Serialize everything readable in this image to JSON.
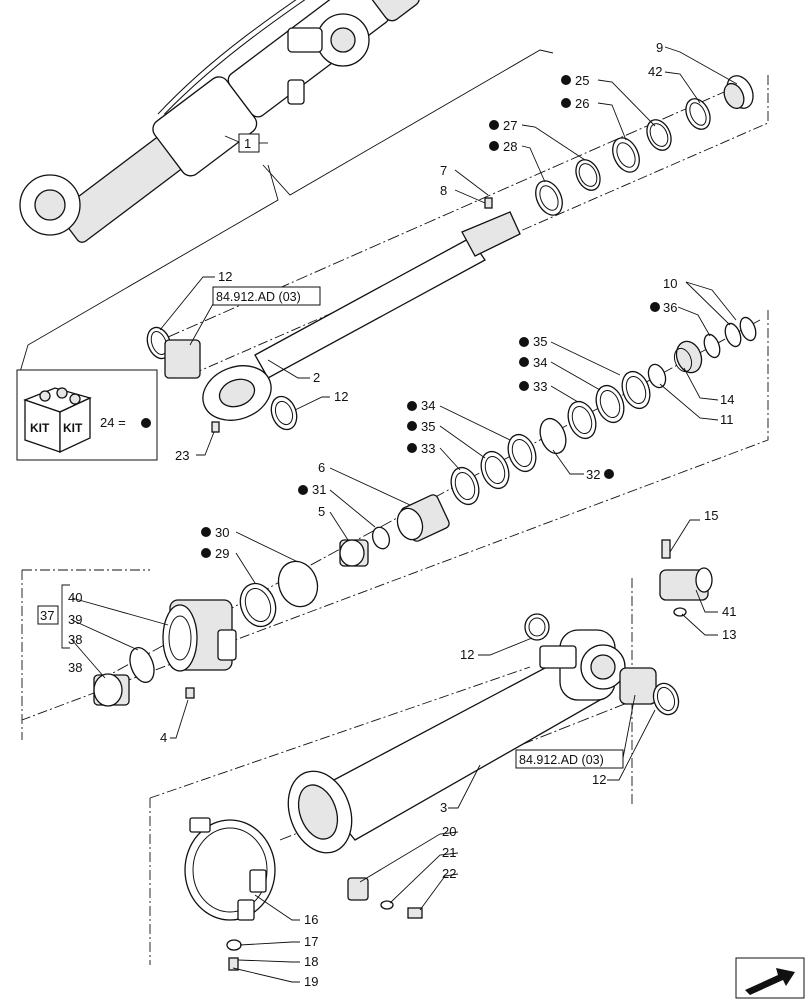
{
  "callouts": {
    "c1": "1",
    "c2": "2",
    "c3": "3",
    "c4": "4",
    "c5": "5",
    "c6": "6",
    "c7": "7",
    "c8": "8",
    "c9": "9",
    "c10": "10",
    "c11": "11",
    "c12a": "12",
    "c12b": "12",
    "c12c": "12",
    "c12d": "12",
    "c13": "13",
    "c14": "14",
    "c15": "15",
    "c16": "16",
    "c17": "17",
    "c18": "18",
    "c19": "19",
    "c20": "20",
    "c21": "21",
    "c22": "22",
    "c23": "23",
    "c25": "25",
    "c26": "26",
    "c27": "27",
    "c28": "28",
    "c29": "29",
    "c30": "30",
    "c31": "31",
    "c32": "32",
    "c33a": "33",
    "c33b": "33",
    "c34a": "34",
    "c34b": "34",
    "c35a": "35",
    "c35b": "35",
    "c36": "36",
    "c37": "37",
    "c38a": "38",
    "c38b": "38",
    "c39": "39",
    "c40": "40",
    "c41": "41",
    "c42": "42"
  },
  "references": {
    "ref_upper": "84.912.AD (03)",
    "ref_lower": "84.912.AD (03)"
  },
  "kit_legend": {
    "label": "24 =",
    "box_text_1": "KIT",
    "box_text_2": "KIT"
  },
  "colors": {
    "line": "#111111",
    "fill": "#ffffff",
    "shade": "#e6e6e6"
  },
  "icons": {
    "bullet": "filled-circle-kit-marker",
    "kit_box": "kit-box-icon",
    "nav_arrow": "next-page-arrow-icon"
  }
}
